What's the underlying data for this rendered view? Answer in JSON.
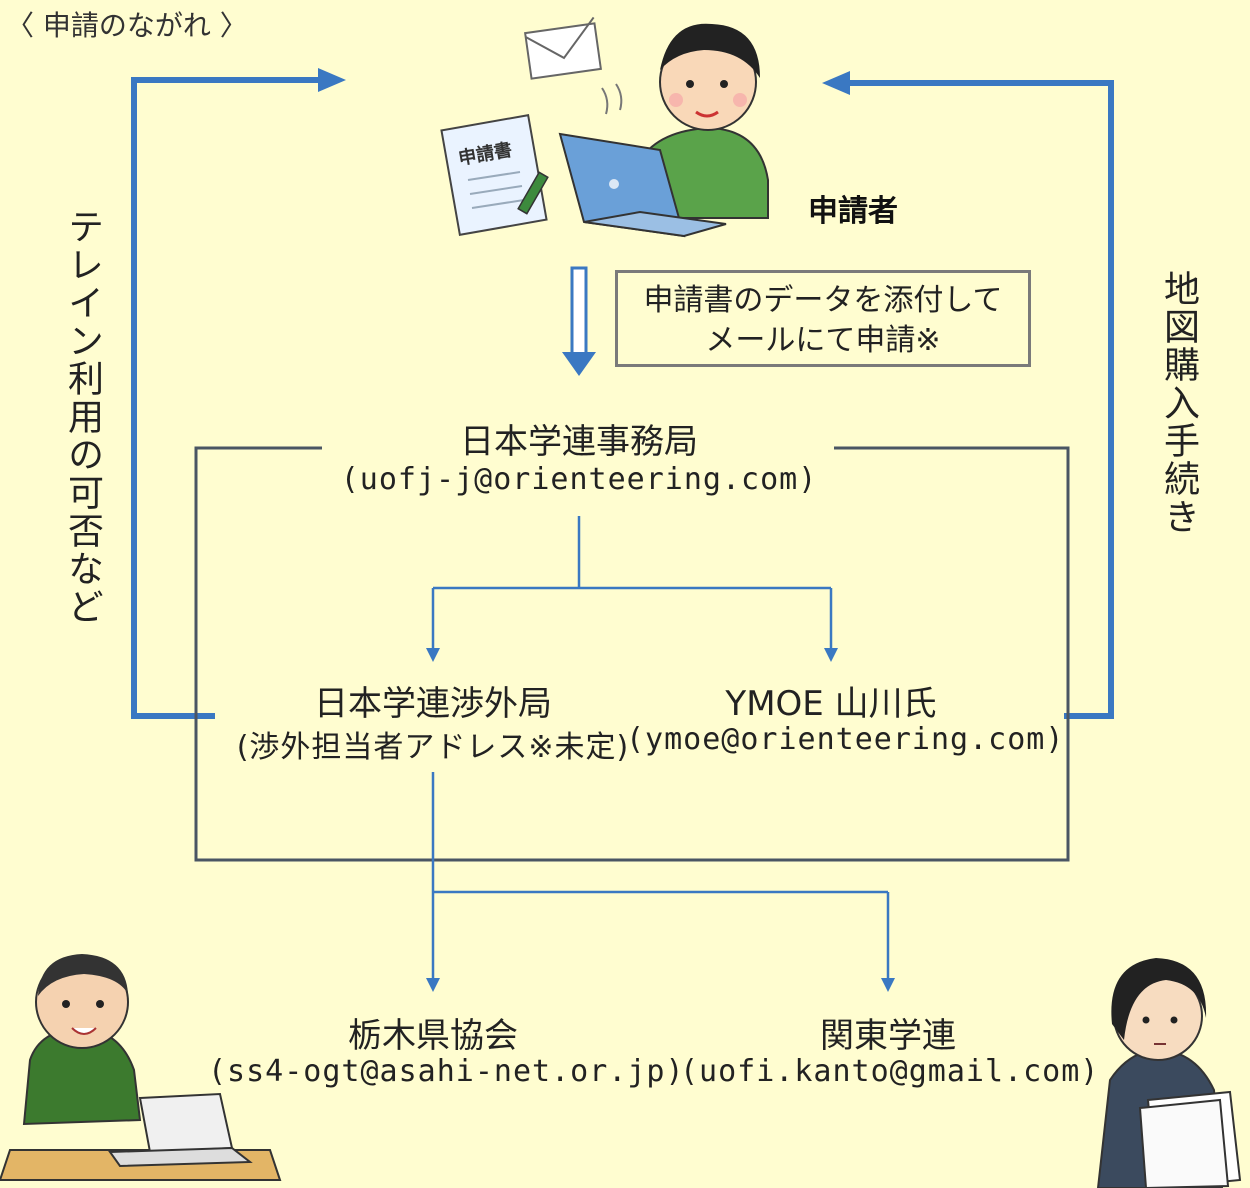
{
  "title": "〈 申請のながれ 〉",
  "applicant": {
    "label": "申請者",
    "form_label": "申請書"
  },
  "note": {
    "line1": "申請書のデータを添付して",
    "line2": "メールにて申請※"
  },
  "side_labels": {
    "left": "テレイン利用の可否など",
    "right": "地図購入手続き"
  },
  "nodes": {
    "headquarters": {
      "name": "日本学連事務局",
      "email": "(uofj-j@orienteering.com)"
    },
    "external_affairs": {
      "name": "日本学連渉外局",
      "email": "(渉外担当者アドレス※未定)"
    },
    "ymoe": {
      "name": "YMOE 山川氏",
      "email": "(ymoe@orienteering.com)"
    },
    "tochigi": {
      "name": "栃木県協会",
      "email": "(ss4-ogt@asahi-net.or.jp)"
    },
    "kanto": {
      "name": "関東学連",
      "email": "(uofi.kanto@gmail.com)"
    }
  },
  "colors": {
    "background": "#fffdd0",
    "flow_blue": "#3a78c2",
    "box_gray": "#4a5563",
    "note_border": "#7a7a7a"
  }
}
